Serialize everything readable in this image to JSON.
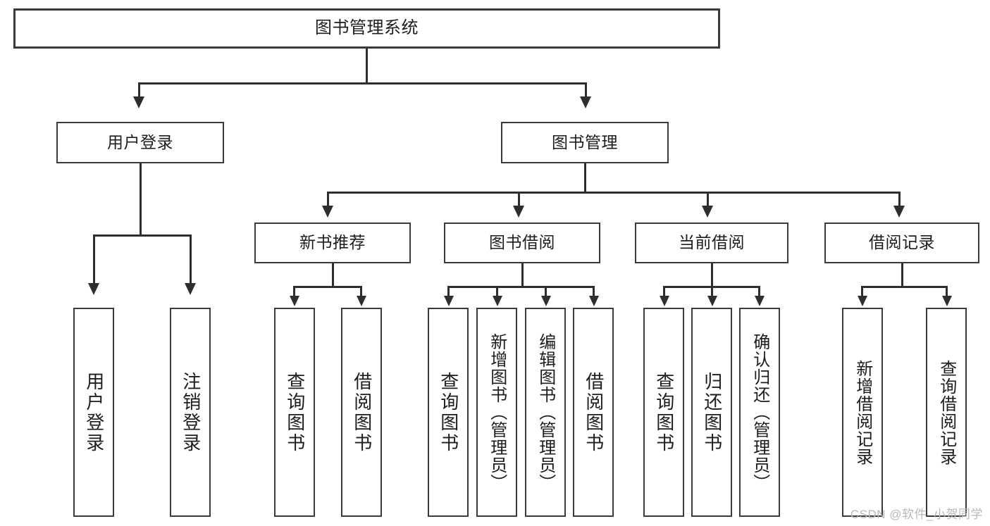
{
  "diagram": {
    "type": "tree",
    "title": "图书管理系统",
    "accent_border": "#3a3a3a",
    "accent_line": "#2e2e2e",
    "background": "#ffffff",
    "root": {
      "label": "图书管理系统"
    },
    "level1": [
      {
        "label": "用户登录"
      },
      {
        "label": "图书管理"
      }
    ],
    "level2": [
      {
        "label": "新书推荐"
      },
      {
        "label": "图书借阅"
      },
      {
        "label": "当前借阅"
      },
      {
        "label": "借阅记录"
      }
    ],
    "leaves": {
      "user_login": [
        {
          "label": "用户登录"
        },
        {
          "label": "注销登录"
        }
      ],
      "new_book": [
        {
          "label": "查询图书"
        },
        {
          "label": "借阅图书"
        }
      ],
      "book_borrow": [
        {
          "label": "查询图书"
        },
        {
          "label": "新增图书（管理员）"
        },
        {
          "label": "编辑图书（管理员）"
        },
        {
          "label": "借阅图书"
        }
      ],
      "current_borrow": [
        {
          "label": "查询图书"
        },
        {
          "label": "归还图书"
        },
        {
          "label": "确认归还（管理员）"
        }
      ],
      "borrow_record": [
        {
          "label": "新增借阅记录"
        },
        {
          "label": "查询借阅记录"
        }
      ]
    }
  },
  "watermark": {
    "text": "CSDN @软件_小贺同学"
  }
}
